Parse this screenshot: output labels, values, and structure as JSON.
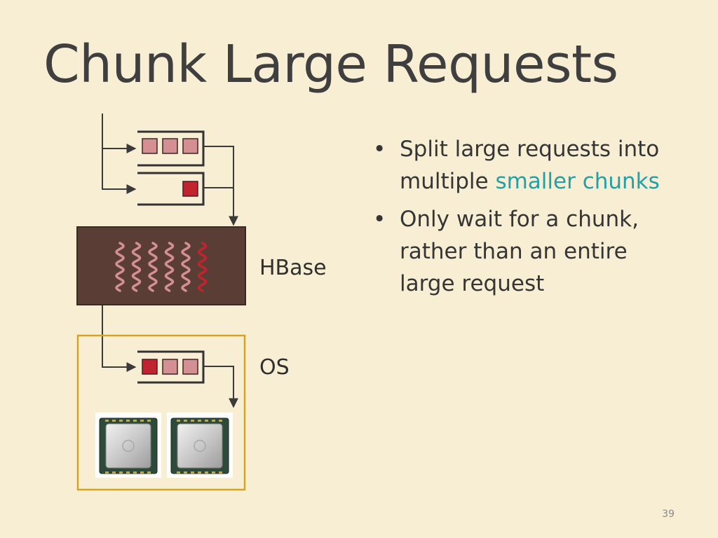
{
  "slide": {
    "title": "Chunk Large Requests",
    "page_number": "39"
  },
  "diagram": {
    "hbase_label": "HBase",
    "os_label": "OS",
    "queue_top": [
      "pending",
      "pending",
      "pending"
    ],
    "queue_middle": [
      "active"
    ],
    "queue_os": [
      "active",
      "pending",
      "pending"
    ],
    "threads": [
      "pending",
      "pending",
      "pending",
      "pending",
      "pending",
      "active"
    ],
    "cpus": [
      "cpu-chip",
      "cpu-chip"
    ],
    "colors": {
      "background": "#f8eed3",
      "hbase_box": "#5a3e35",
      "os_box_border": "#d4a321",
      "pending_block": "#d48f93",
      "active_block": "#c0242f",
      "accent_text": "#22a0a6"
    }
  },
  "bullets": [
    {
      "before": "Split large requests into multiple ",
      "highlight": "smaller chunks",
      "after": ""
    },
    {
      "before": "Only wait for a chunk, rather than an entire large request",
      "highlight": "",
      "after": ""
    }
  ]
}
